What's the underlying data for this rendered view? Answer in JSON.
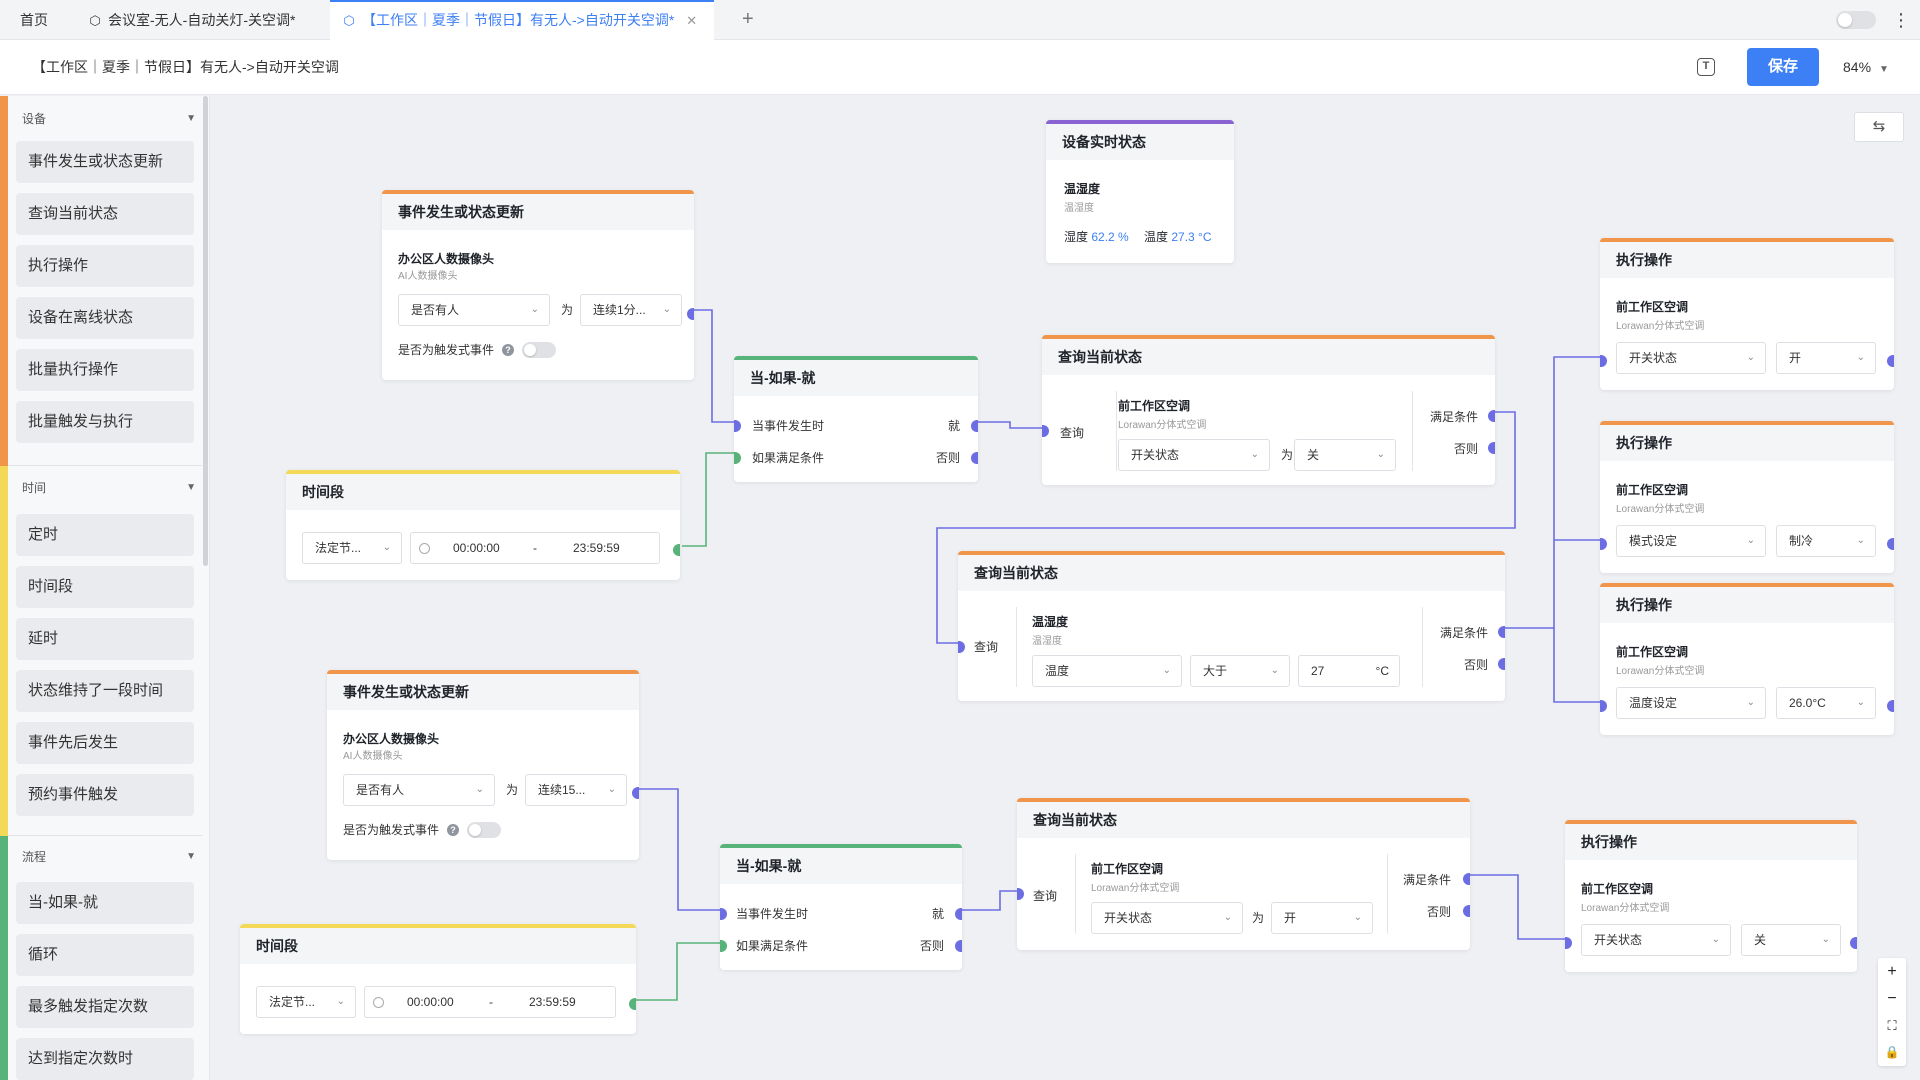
{
  "tabs": [
    {
      "label": "首页"
    },
    {
      "label": "会议室-无人-自动关灯-关空调*"
    },
    {
      "label": "【工作区｜夏季｜节假日】有无人->自动开关空调*"
    }
  ],
  "tab_add": "+",
  "header": {
    "title": "【工作区｜夏季｜节假日】有无人->自动开关空调",
    "save_label": "保存",
    "zoom": "84%"
  },
  "sidebar": {
    "sections": [
      {
        "title": "设备",
        "items": [
          "事件发生或状态更新",
          "查询当前状态",
          "执行操作",
          "设备在离线状态",
          "批量执行操作",
          "批量触发与执行"
        ]
      },
      {
        "title": "时间",
        "items": [
          "定时",
          "时间段",
          "延时",
          "状态维持了一段时间",
          "事件先后发生",
          "预约事件触发"
        ]
      },
      {
        "title": "流程",
        "items": [
          "当-如果-就",
          "循环",
          "最多触发指定次数",
          "达到指定次数时"
        ]
      }
    ],
    "stripe_colors": [
      "#f0954a",
      "#f3d957",
      "#58b37a"
    ]
  },
  "common": {
    "is": "为",
    "query": "查询",
    "satisfy": "满足条件",
    "else": "否则",
    "when_event": "当事件发生时",
    "if_cond": "如果满足条件",
    "then": "就",
    "trigger_label": "是否为触发式事件",
    "dash": "-",
    "start_time": "00:00:00",
    "end_time": "23:59:59",
    "device_hvac": "前工作区空调",
    "device_hvac_sub": "Lorawan分体式空调",
    "device_cam": "办公区人数摄像头",
    "device_cam_sub": "AI人数摄像头",
    "device_th": "温湿度",
    "device_th_sub": "温湿度"
  },
  "nodes": {
    "status": {
      "title": "设备实时状态",
      "humidity_label": "湿度",
      "humidity_value": "62.2 %",
      "temp_label": "温度",
      "temp_value": "27.3 °C"
    },
    "event1": {
      "title": "事件发生或状态更新",
      "attr": "是否有人",
      "value": "连续1分..."
    },
    "event2": {
      "title": "事件发生或状态更新",
      "attr": "是否有人",
      "value": "连续15..."
    },
    "time1": {
      "title": "时间段",
      "type": "法定节..."
    },
    "time2": {
      "title": "时间段",
      "type": "法定节..."
    },
    "flow1": {
      "title": "当-如果-就"
    },
    "flow2": {
      "title": "当-如果-就"
    },
    "query1": {
      "title": "查询当前状态",
      "attr": "开关状态",
      "value": "关"
    },
    "query2": {
      "title": "查询当前状态",
      "attr": "温度",
      "op": "大于",
      "value": "27",
      "unit": "°C"
    },
    "query3": {
      "title": "查询当前状态",
      "attr": "开关状态",
      "value": "开"
    },
    "action1": {
      "title": "执行操作",
      "attr": "开关状态",
      "value": "开"
    },
    "action2": {
      "title": "执行操作",
      "attr": "模式设定",
      "value": "制冷"
    },
    "action3": {
      "title": "执行操作",
      "attr": "温度设定",
      "value": "26.0°C"
    },
    "action4": {
      "title": "执行操作",
      "attr": "开关状态",
      "value": "关"
    }
  },
  "colors": {
    "accent": "#3d7ff5",
    "wire_blue": "#6d6de3",
    "wire_green": "#58b37a",
    "device_header": "#f0954a",
    "flow_header": "#58b37a",
    "time_header": "#f3d957",
    "status_header": "#8a63d2"
  },
  "zoom_controls": [
    "+",
    "−",
    "⛶",
    "🔒"
  ]
}
